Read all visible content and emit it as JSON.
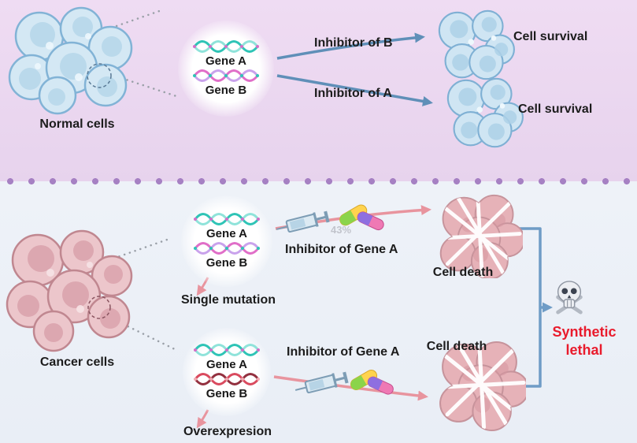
{
  "title": "Synthetic lethality concept diagram",
  "colors": {
    "top_panel_bg": "#ecd9f0",
    "bottom_panel_bg": "#eef1f7",
    "divider_dot": "#a681c3",
    "blue_arrow": "#5f8fb8",
    "pink_arrow": "#e8949e",
    "bracket_blue": "#6f9cc6",
    "lethal_text": "#e91b2c",
    "gene_a_strand": "#2ec4b6",
    "gene_b_strand": "#e06ec8",
    "gene_b_overexpressed_strand": "#d94a5e"
  },
  "icons": {
    "syringe": "syringe-icon",
    "pills": "pills-icon",
    "skull": "skull-crossbones-icon",
    "dna": "dna-helix-icon"
  },
  "top": {
    "cells_label": "Normal cells",
    "genes": {
      "gene_a": "Gene A",
      "gene_b": "Gene B"
    },
    "inhibitor_b_label": "Inhibitor of B",
    "inhibitor_a_label": "Inhibitor of A",
    "survival_label_1": "Cell survival",
    "survival_label_2": "Cell survival"
  },
  "bottom": {
    "cells_label": "Cancer cells",
    "pathway1": {
      "gene_a": "Gene A",
      "gene_b": "Gene B",
      "state_label": "Single mutation",
      "inhibitor_label": "Inhibitor of Gene A",
      "death_label": "Cell death",
      "watermark": "43%"
    },
    "pathway2": {
      "gene_a": "Gene A",
      "gene_b": "Gene B",
      "state_label": "Overexpresion",
      "inhibitor_label": "Inhibitor of Gene A",
      "death_label": "Cell death"
    },
    "outcome": {
      "line1": "Synthetic",
      "line2": "lethal"
    }
  }
}
